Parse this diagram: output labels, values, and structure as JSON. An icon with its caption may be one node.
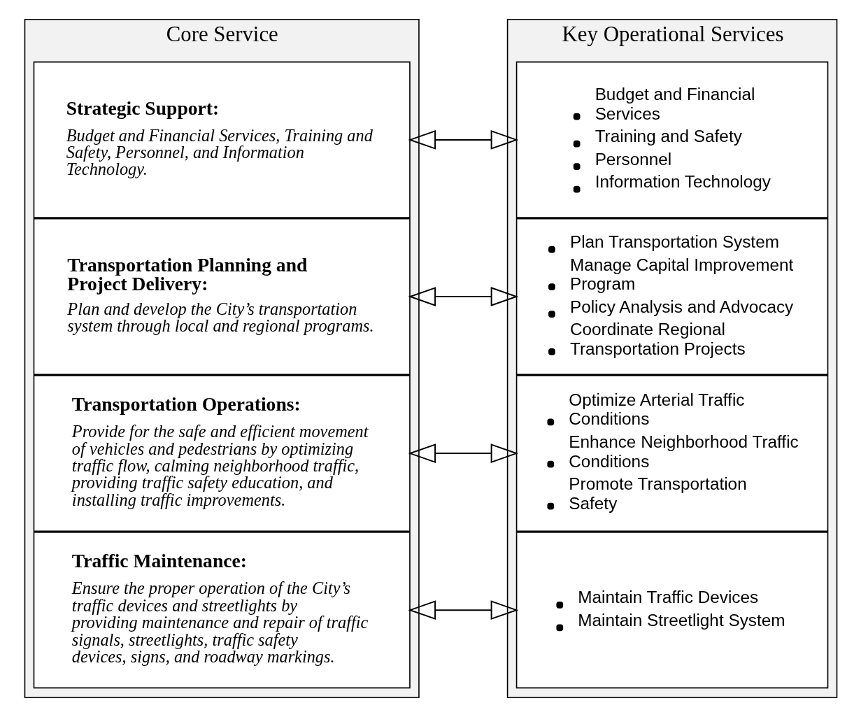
{
  "diagram": {
    "nodes": [
      {
        "text": [
          "Core Service"
        ]
      },
      {
        "text": [
          "Traffic Maintenance:",
          "Ensure the proper operation of the City’s traffic devices and streetlights by providing maintenance and repair of traffic signals, streetlights, traffic safety devices, signs, and roadway markings."
        ],
        "in": 0
      },
      {
        "text": [
          "Transportation Operations:",
          "Provide for the safe and efficient movement of vehicles and pedestrians by optimizing traffic flow, calming neighborhood traffic, providing traffic safety education, and installing traffic improvements."
        ],
        "in": 0
      },
      {
        "text": [
          "Transportation Planning and Project Delivery:",
          "Plan and develop the City’s transportation system through local and regional programs."
        ],
        "in": 0
      },
      {
        "text": [
          "Strategic Support:",
          "Budget and Financial Services, Training and Safety, Personnel, and Information Technology."
        ],
        "in": 0
      },
      {
        "text": [
          "Key Operational Services"
        ]
      },
      {
        "text": [
          "Maintain Traffic Devices",
          "Maintain Streetlight System"
        ],
        "in": 5
      },
      {
        "text": [
          "Optimize Arterial Traffic Conditions",
          "Enhance Neighborhood Traffic Conditions",
          "Promote Transportation Safety"
        ],
        "in": 5
      },
      {
        "text": [
          "Plan Transportation System",
          "Manage Capital Improvement Program",
          "Policy Analysis and Advocacy",
          "Coordinate Regional Transportation Projects"
        ],
        "in": 5
      },
      {
        "text": [
          "Budget and Financial Services",
          "Training and Safety",
          "Personnel",
          "Information Technology"
        ],
        "in": 5
      }
    ],
    "edges": [
      {
        "from": 1,
        "to": 6,
        "arrow": "both"
      },
      {
        "from": 2,
        "to": 7,
        "arrow": "both"
      },
      {
        "from": 3,
        "to": 8,
        "arrow": "both"
      },
      {
        "from": 4,
        "to": 9,
        "arrow": "both"
      }
    ]
  }
}
